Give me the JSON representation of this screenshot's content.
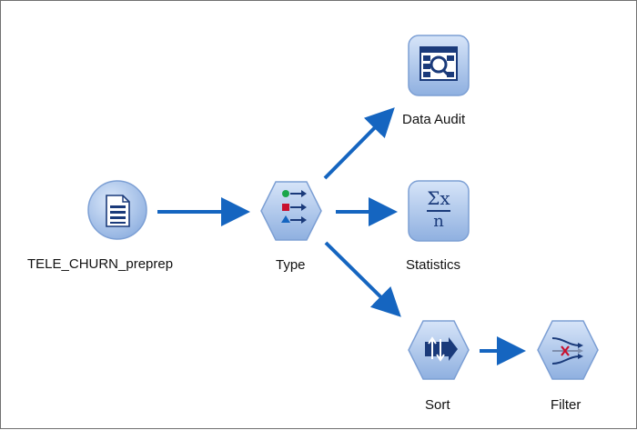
{
  "nodes": {
    "source": {
      "label": "TELE_CHURN_preprep",
      "icon": "file-source-icon"
    },
    "type": {
      "label": "Type",
      "icon": "type-node-icon"
    },
    "data_audit": {
      "label": "Data Audit",
      "icon": "data-audit-icon"
    },
    "statistics": {
      "label": "Statistics",
      "icon": "statistics-icon",
      "glyph_top": "Σx",
      "glyph_bottom": "n"
    },
    "sort": {
      "label": "Sort",
      "icon": "sort-icon"
    },
    "filter": {
      "label": "Filter",
      "icon": "filter-icon"
    }
  },
  "colors": {
    "link": "#1565c0",
    "node_fill": "#a9c4ea",
    "node_edge": "#7c9fd4",
    "glyph": "#1a3a7a"
  }
}
